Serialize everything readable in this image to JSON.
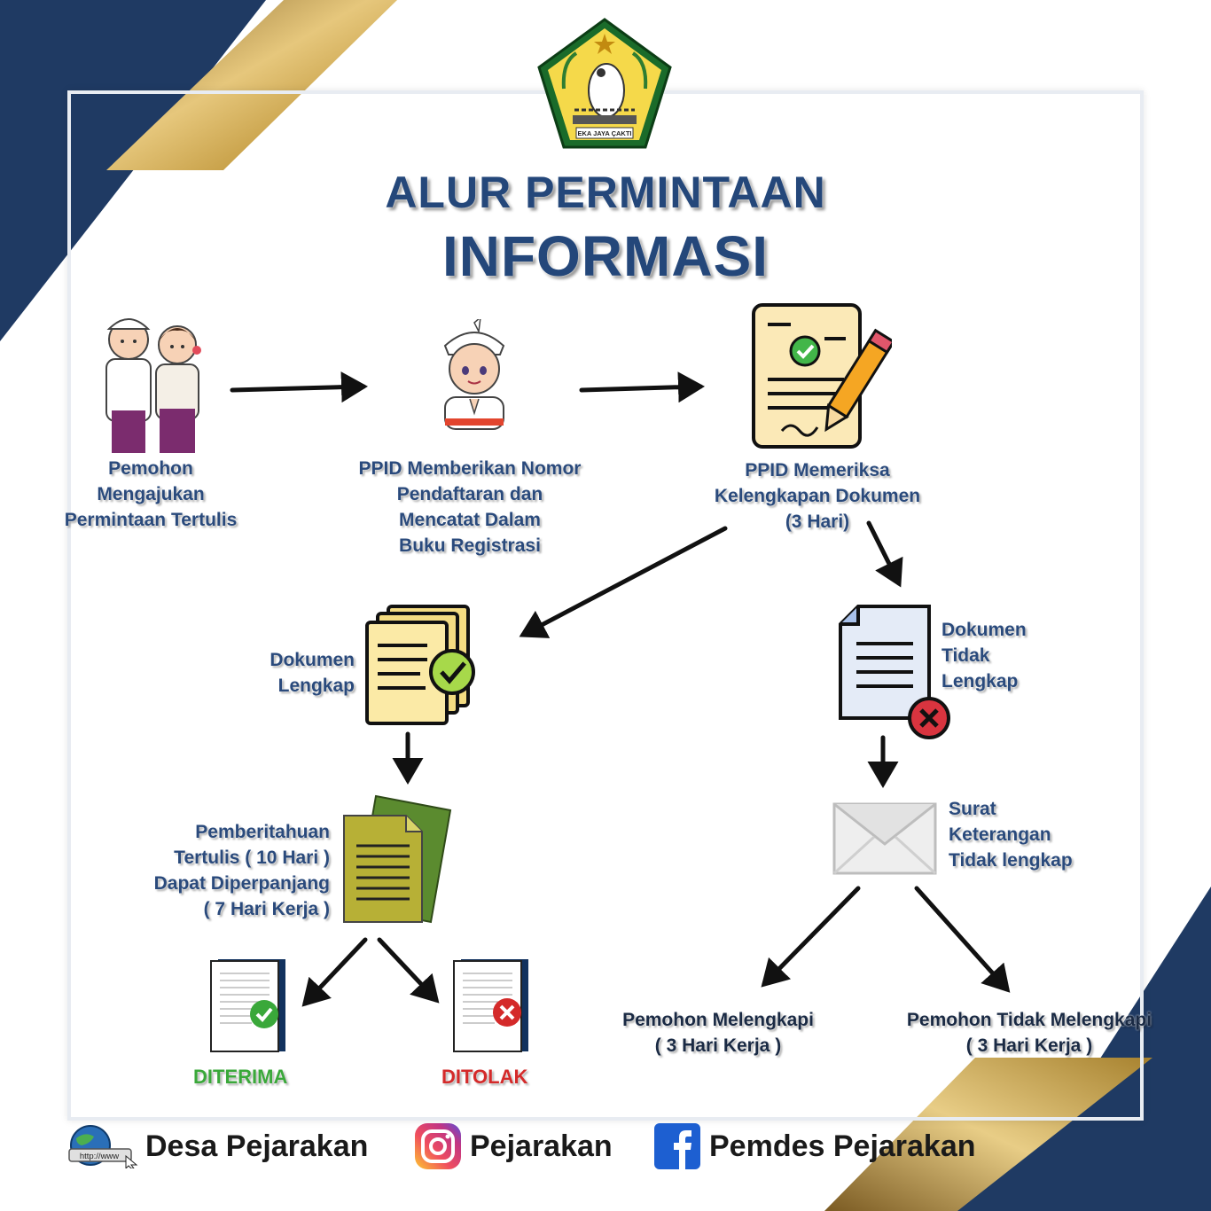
{
  "title": {
    "line1": "ALUR PERMINTAAN",
    "line2": "INFORMASI"
  },
  "emblem": {
    "motto": "EKA JAYA ÇAKTI"
  },
  "steps": {
    "pemohon": [
      "Pemohon",
      "Mengajukan",
      "Permintaan Tertulis"
    ],
    "ppid_nomor": [
      "PPID Memberikan Nomor",
      "Pendaftaran dan",
      "Mencatat Dalam",
      "Buku Registrasi"
    ],
    "ppid_periksa": [
      "PPID Memeriksa",
      "Kelengkapan Dokumen",
      "(3 Hari)"
    ],
    "dokumen_lengkap": [
      "Dokumen",
      "Lengkap"
    ],
    "dokumen_tidak_lengkap": [
      "Dokumen",
      "Tidak",
      "Lengkap"
    ],
    "pemberitahuan": [
      "Pemberitahuan",
      "Tertulis ( 10 Hari )",
      "Dapat Diperpanjang",
      "( 7 Hari Kerja )"
    ],
    "surat": [
      "Surat",
      "Keterangan",
      "Tidak lengkap"
    ],
    "melengkapi": [
      "Pemohon Melengkapi",
      "( 3 Hari Kerja )"
    ],
    "tidak_melengkapi": [
      "Pemohon Tidak Melengkapi",
      "( 3 Hari Kerja )"
    ]
  },
  "results": {
    "accepted": "DITERIMA",
    "rejected": "DITOLAK"
  },
  "footer": {
    "web": {
      "icon": "globe-icon",
      "badge": "http://www",
      "label": "Desa Pejarakan"
    },
    "instagram": {
      "icon": "instagram-icon",
      "label": "Pejarakan"
    },
    "facebook": {
      "icon": "facebook-icon",
      "label": "Pemdes Pejarakan"
    }
  },
  "colors": {
    "navy": "#1f3a63",
    "gold": "#c9a24a",
    "text": "#2a4a7c",
    "accepted": "#3aa83a",
    "rejected": "#d42a2a"
  }
}
